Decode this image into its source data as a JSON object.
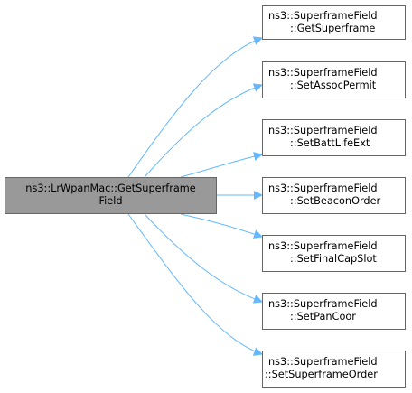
{
  "diagram": {
    "edge_color": "#63b8ff",
    "main_fill": "#999999",
    "node_border": "#666666",
    "source": {
      "line1": "ns3::LrWpanMac::GetSuperframe",
      "line2": "Field"
    },
    "callees": [
      {
        "line1": "ns3::SuperframeField",
        "line2": "::GetSuperframe"
      },
      {
        "line1": "ns3::SuperframeField",
        "line2": "::SetAssocPermit"
      },
      {
        "line1": "ns3::SuperframeField",
        "line2": "::SetBattLifeExt"
      },
      {
        "line1": "ns3::SuperframeField",
        "line2": "::SetBeaconOrder"
      },
      {
        "line1": "ns3::SuperframeField",
        "line2": "::SetFinalCapSlot"
      },
      {
        "line1": "ns3::SuperframeField",
        "line2": "::SetPanCoor"
      },
      {
        "line1": "ns3::SuperframeField",
        "line2": "::SetSuperframeOrder"
      }
    ]
  }
}
